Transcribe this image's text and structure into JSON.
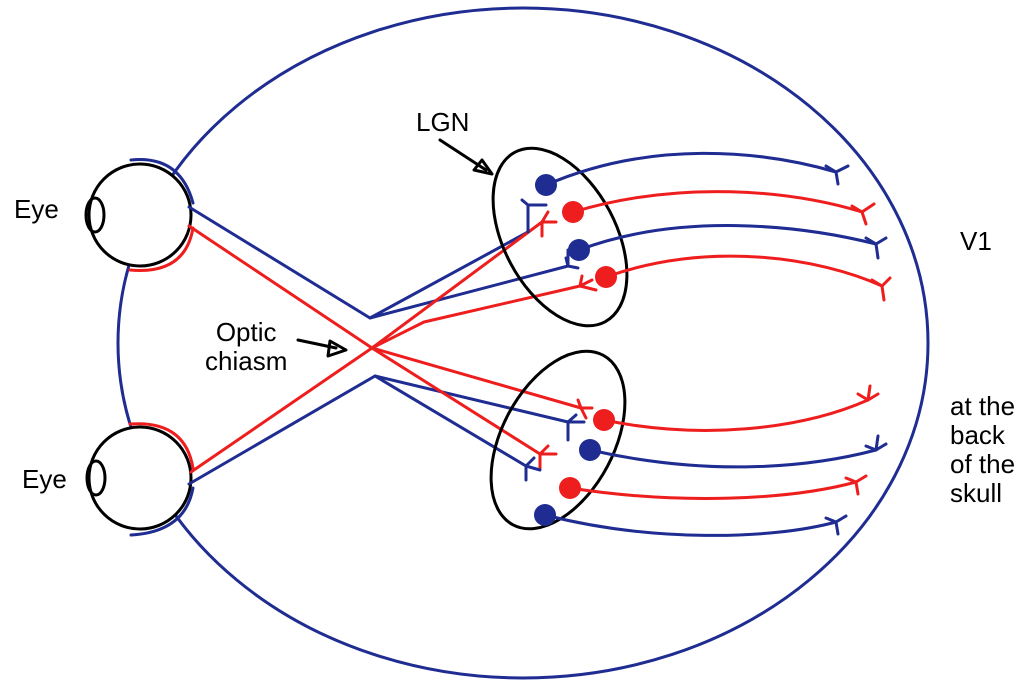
{
  "labels": {
    "eye_top": "Eye",
    "eye_bottom": "Eye",
    "lgn": "LGN",
    "optic_chiasm_line1": "Optic",
    "optic_chiasm_line2": "chiasm",
    "v1": "V1",
    "note_line1": "at the",
    "note_line2": "back",
    "note_line3": "of the",
    "note_line4": "skull"
  },
  "colors": {
    "pathway_blue": "#1f2c91",
    "pathway_red": "#ef1e1e",
    "outline": "#000000"
  }
}
